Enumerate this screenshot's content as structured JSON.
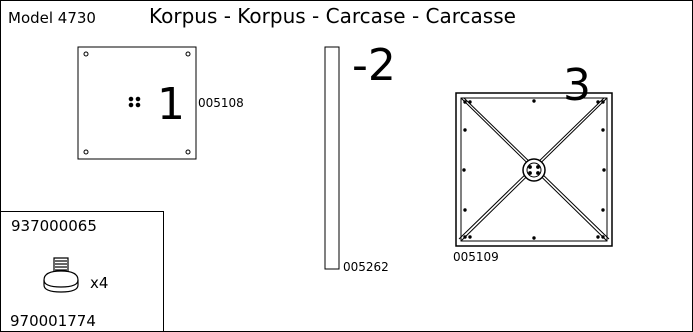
{
  "header": {
    "model": "Model 4730",
    "title": "Korpus - Korpus - Carcase - Carcasse"
  },
  "parts": [
    {
      "label": "1",
      "code": "005108"
    },
    {
      "label": "-2",
      "code": "005262"
    },
    {
      "label": "3",
      "code": "005109"
    }
  ],
  "hardware": {
    "article_top": "937000065",
    "quantity": "x4",
    "article_bottom": "970001774",
    "icon": "glide-foot-icon"
  }
}
